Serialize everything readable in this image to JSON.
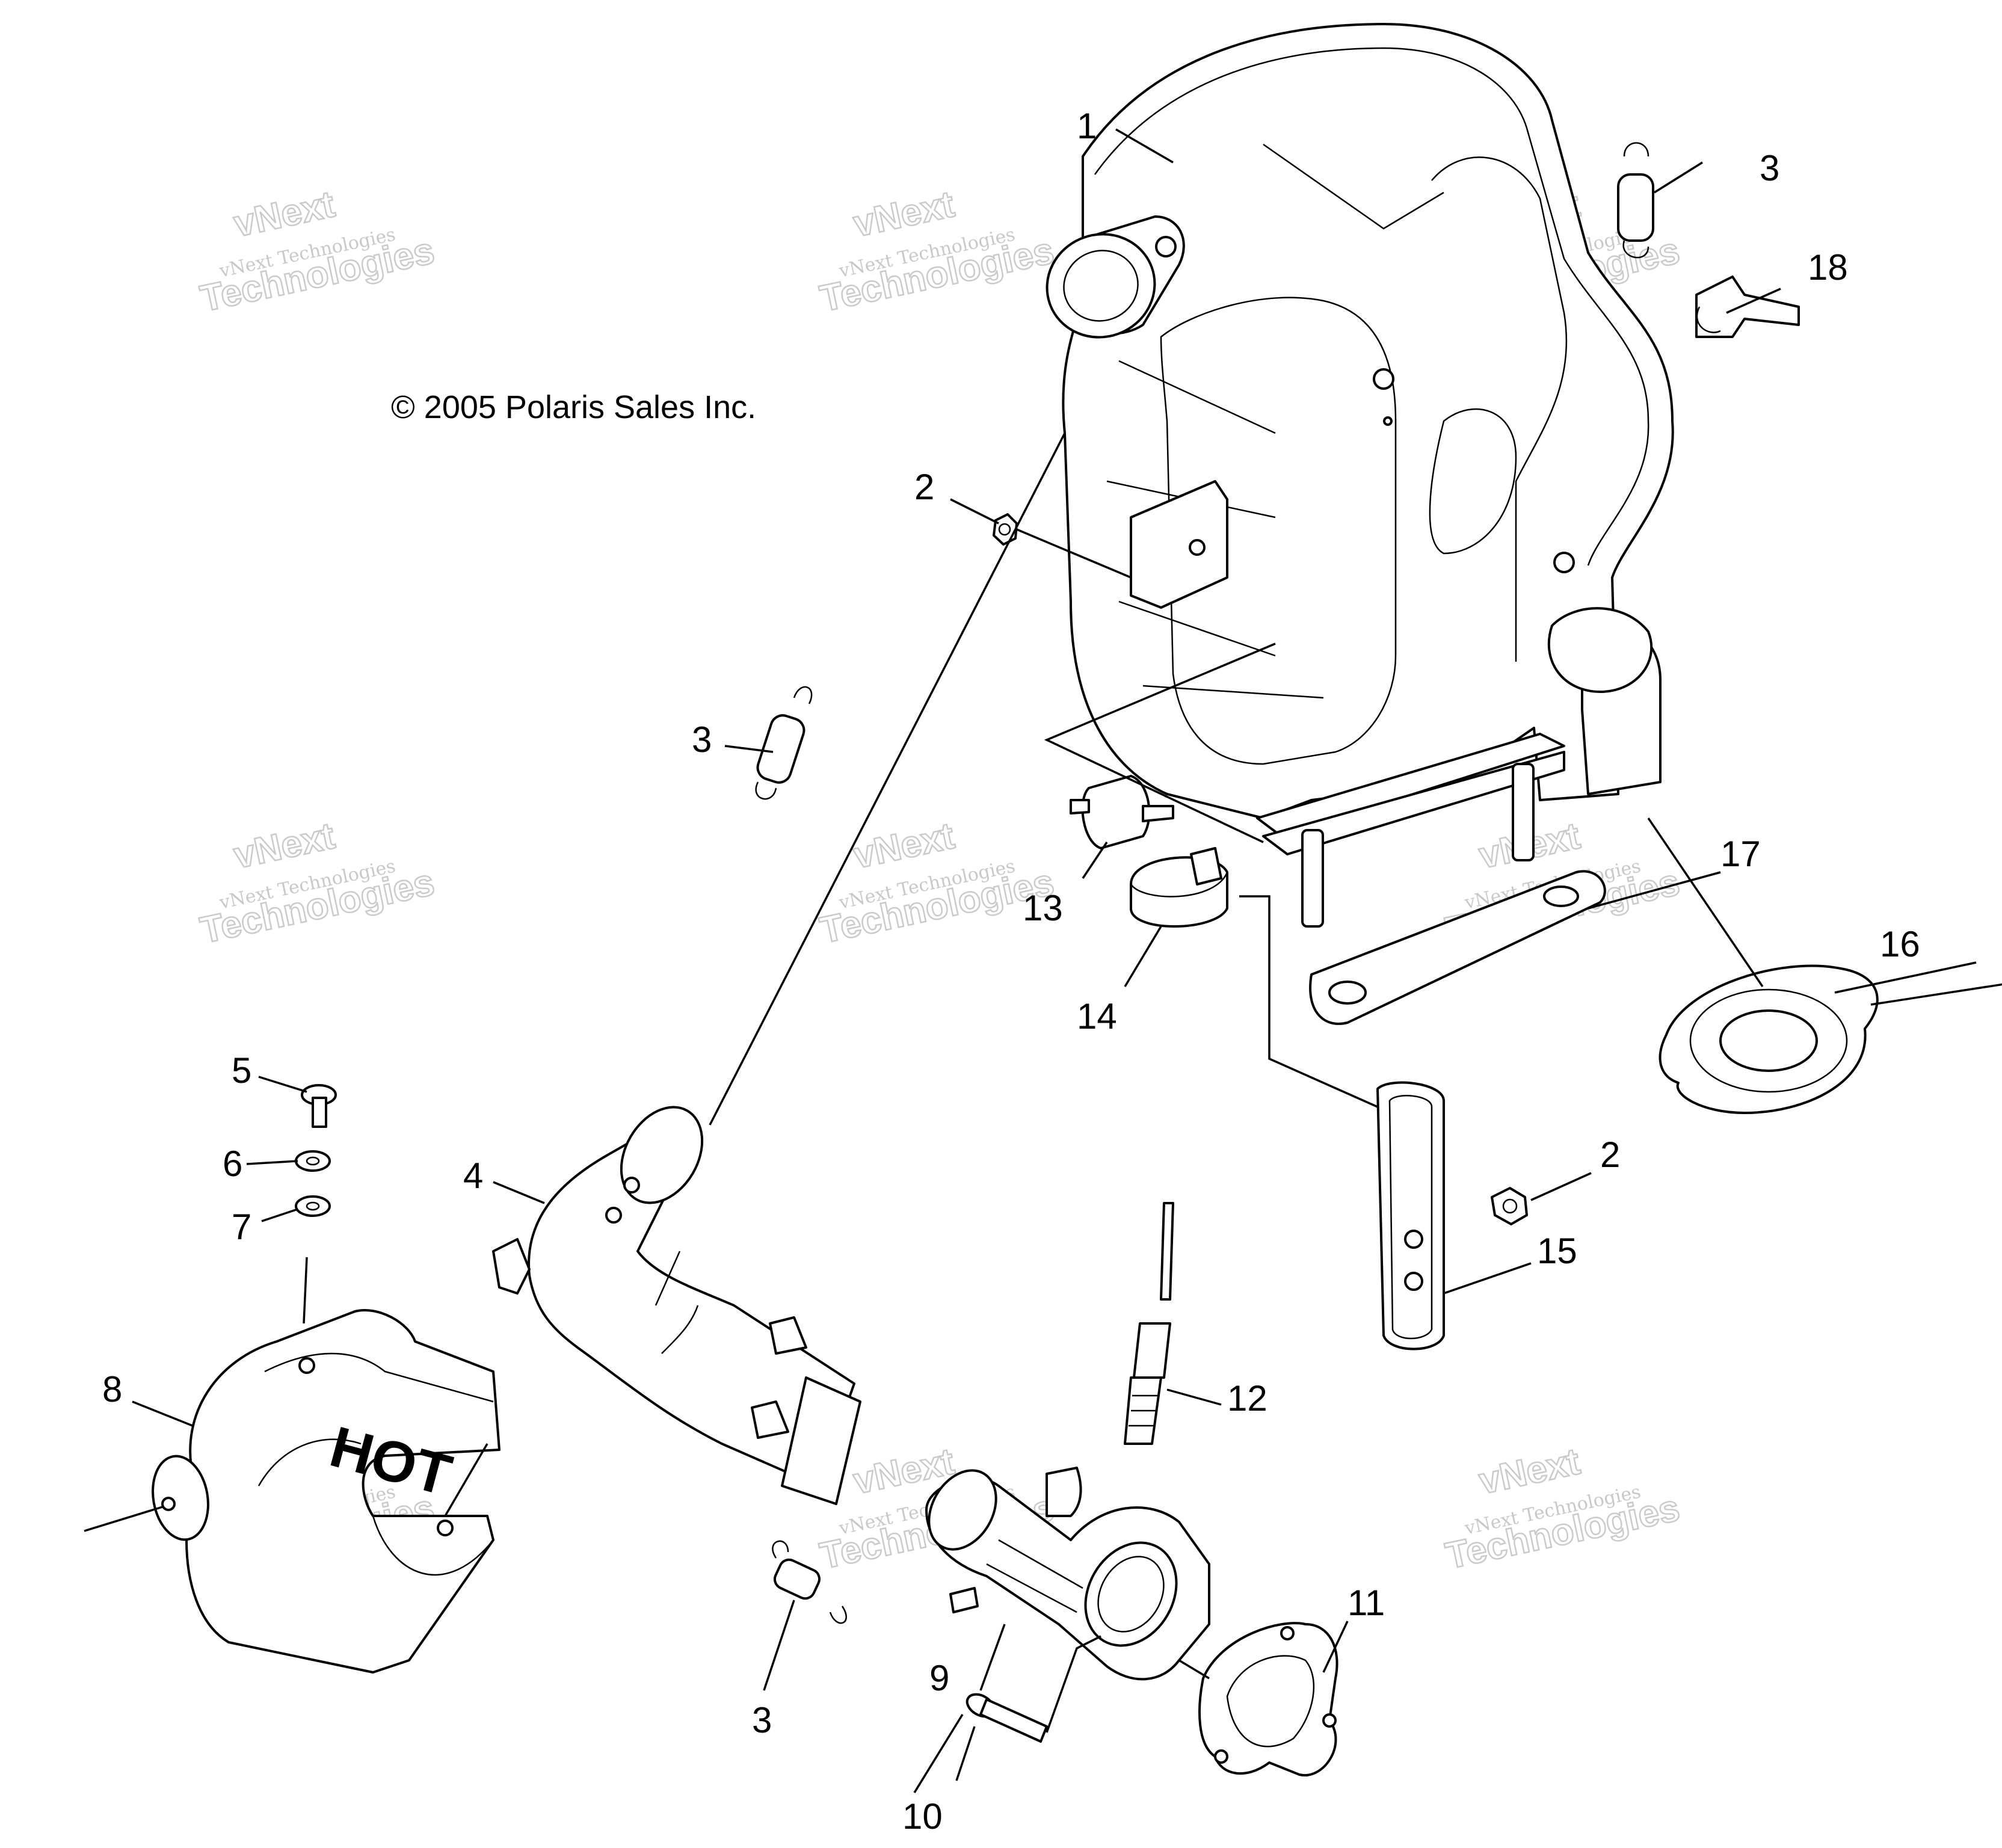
{
  "copyright": "© 2005 Polaris Sales Inc.",
  "hot_label": "HOT",
  "watermark": {
    "line1": "vNext",
    "line2": "vNext Technologies",
    "line3": "Technologies"
  },
  "callouts": [
    "1",
    "2",
    "3",
    "18",
    "3",
    "13",
    "17",
    "14",
    "16",
    "5",
    "6",
    "7",
    "4",
    "2",
    "15",
    "8",
    "12",
    "11",
    "9",
    "3",
    "10"
  ],
  "colors": {
    "ink": "#000000",
    "watermark": "#9a9a9a",
    "paper": "#ffffff"
  }
}
